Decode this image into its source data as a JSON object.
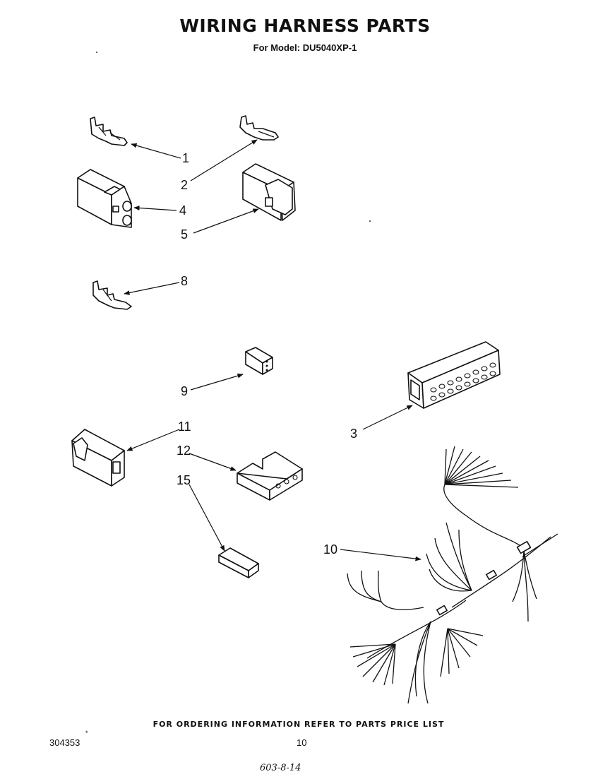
{
  "page": {
    "title": "WIRING HARNESS PARTS",
    "subtitle": "For Model: DU5040XP-1",
    "footer": "FOR ORDERING INFORMATION REFER TO PARTS PRICE LIST",
    "doc_number": "304353",
    "doc_mark": "*",
    "page_number": "10",
    "handwritten_note": "603-8-14"
  },
  "callouts": {
    "c1": "1",
    "c2": "2",
    "c3": "3",
    "c4": "4",
    "c5": "5",
    "c8": "8",
    "c9": "9",
    "c10": "10",
    "c11": "11",
    "c12": "12",
    "c15": "15"
  }
}
